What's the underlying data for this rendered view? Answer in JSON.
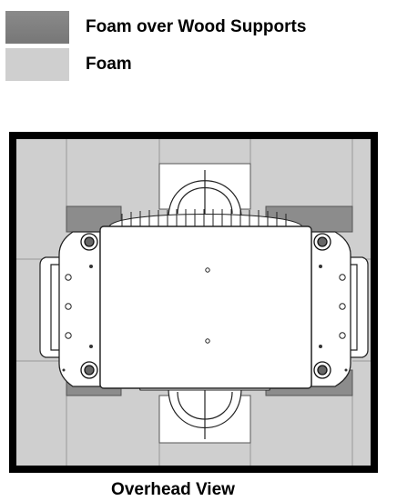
{
  "legend": {
    "items": [
      {
        "label": "Foam over Wood Supports",
        "color": "#808080"
      },
      {
        "label": "Foam",
        "color": "#cfcfcf"
      }
    ]
  },
  "caption": "Overhead View",
  "colors": {
    "frame": "#000000",
    "foam": "#cfcfcf",
    "foam_over_wood": "#8c8c8c",
    "fixture_body": "#ffffff",
    "outline": "#222222"
  }
}
